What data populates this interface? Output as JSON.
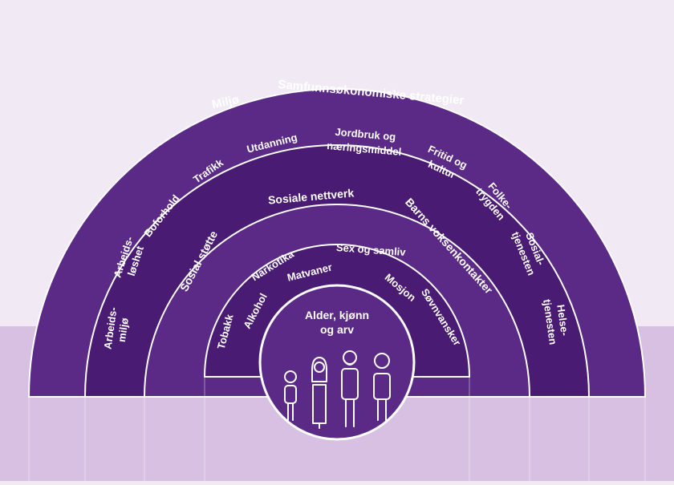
{
  "colors": {
    "background_top": "#f1e9f3",
    "background_bottom": "#d7c0e2",
    "ring_outer": "#5b2a86",
    "ring_2": "#4a1b72",
    "ring_3": "#5b2a86",
    "ring_4": "#4a1b72",
    "core": "#5b2a86",
    "separator": "#ffffff"
  },
  "rings": {
    "outer": [
      "Miljø",
      "Samfunnsøkonomiske strategier"
    ],
    "living_conditions": [
      "Arbeids- miljø",
      "Arbeids- løshet",
      "Boforhold",
      "Trafikk",
      "Utdanning",
      "Jordbruk og næringsmiddel",
      "Fritid og kultur",
      "Folke- trygden",
      "Sosial- tjenesten",
      "Helse- tjenesten"
    ],
    "social": [
      "Sosial støtte",
      "Sosiale nettverk",
      "Barns voksenkontakter"
    ],
    "lifestyle": [
      "Tobakk",
      "Alkohol",
      "Narkotika",
      "Matvaner",
      "Sex og samliv",
      "Mosjon",
      "Søvnvansker"
    ],
    "core": "Alder, kjønn og arv"
  },
  "icons": [
    "child-icon",
    "woman-icon",
    "man-icon",
    "adult-icon"
  ]
}
